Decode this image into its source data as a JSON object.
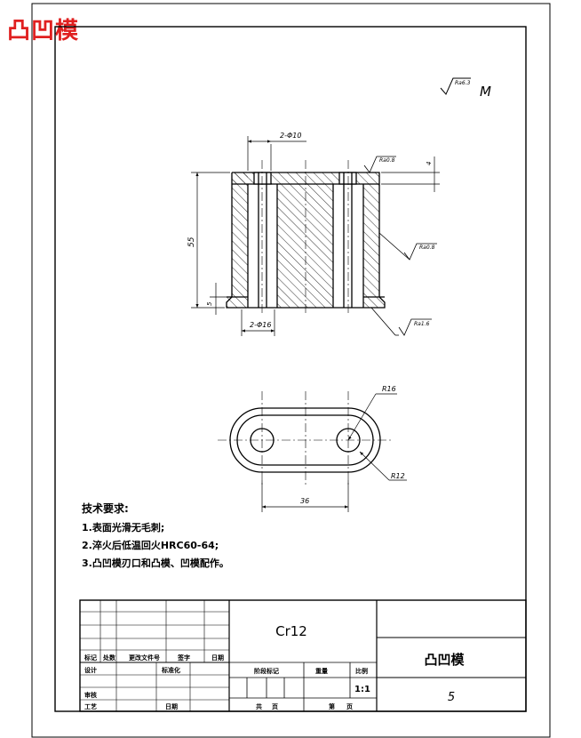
{
  "corner_title": "凸凹模",
  "roughness": {
    "general": "Ra6.3",
    "general_suffix": "M",
    "top": "Ra0.8",
    "side": "Ra0.8",
    "bottom": "Ra1.6"
  },
  "dimensions": {
    "top_holes": "2-Φ10",
    "bottom_holes": "2-Φ16",
    "height": "55",
    "step": "5",
    "top_depth": "4",
    "r_outer": "R16",
    "r_inner": "R12",
    "center_dist": "36"
  },
  "notes": {
    "heading": "技术要求:",
    "items": [
      "1.表面光滑无毛刺;",
      "2.淬火后低温回火HRC60-64;",
      "3.凸凹模刃口和凸模、凹模配作。"
    ]
  },
  "title_block": {
    "material": "Cr12",
    "part_name": "凸凹模",
    "drawing_no": "5",
    "scale": "1:1",
    "labels": {
      "mark": "标记",
      "count": "处数",
      "change_doc": "更改文件号",
      "sign": "签字",
      "date": "日期",
      "design": "设计",
      "standard": "标准化",
      "review": "审核",
      "process": "工艺",
      "date2": "日期",
      "stage_mark": "阶段标记",
      "weight": "重量",
      "ratio": "比例",
      "sheet_total": "共",
      "sheet_total_unit": "页",
      "sheet": "第",
      "sheet_unit": "页"
    }
  }
}
